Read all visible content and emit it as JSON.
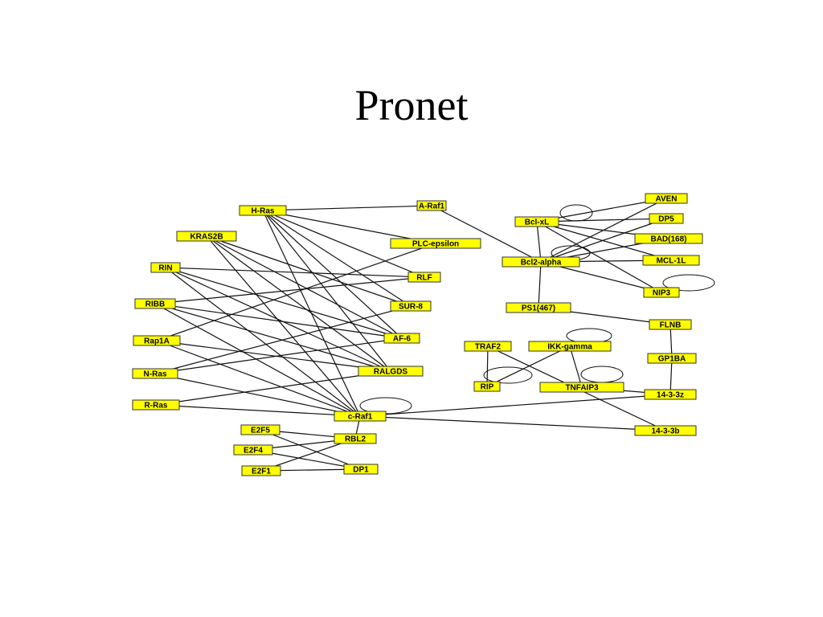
{
  "slide": {
    "title": "Pronet"
  },
  "diagram": {
    "colors": {
      "node_fill": "#ffff00",
      "node_border": "#333333",
      "edge": "#111111",
      "text": "#000000"
    },
    "nodes": [
      {
        "id": "hras",
        "label": "H-Ras"
      },
      {
        "id": "araf1",
        "label": "A-Raf1"
      },
      {
        "id": "kras2b",
        "label": "KRAS2B"
      },
      {
        "id": "plce",
        "label": "PLC-epsilon"
      },
      {
        "id": "rin",
        "label": "RIN"
      },
      {
        "id": "rlf",
        "label": "RLF"
      },
      {
        "id": "ribb",
        "label": "RIBB"
      },
      {
        "id": "sur8",
        "label": "SUR-8"
      },
      {
        "id": "rap1a",
        "label": "Rap1A"
      },
      {
        "id": "af6",
        "label": "AF-6"
      },
      {
        "id": "nras",
        "label": "N-Ras"
      },
      {
        "id": "ralgds",
        "label": "RALGDS"
      },
      {
        "id": "rras",
        "label": "R-Ras"
      },
      {
        "id": "craf1",
        "label": "c-Raf1"
      },
      {
        "id": "e2f5",
        "label": "E2F5"
      },
      {
        "id": "rbl2",
        "label": "RBL2"
      },
      {
        "id": "e2f4",
        "label": "E2F4"
      },
      {
        "id": "e2f1",
        "label": "E2F1"
      },
      {
        "id": "dp1",
        "label": "DP1"
      },
      {
        "id": "aven",
        "label": "AVEN"
      },
      {
        "id": "bclxl",
        "label": "Bcl-xL"
      },
      {
        "id": "dp5",
        "label": "DP5"
      },
      {
        "id": "bad",
        "label": "BAD(168)"
      },
      {
        "id": "bcl2a",
        "label": "Bcl2-alpha"
      },
      {
        "id": "mcl1l",
        "label": "MCL-1L"
      },
      {
        "id": "nip3",
        "label": "NIP3"
      },
      {
        "id": "ps1",
        "label": "PS1(467)"
      },
      {
        "id": "flnb",
        "label": "FLNB"
      },
      {
        "id": "traf2",
        "label": "TRAF2"
      },
      {
        "id": "ikkg",
        "label": "IKK-gamma"
      },
      {
        "id": "gp1ba",
        "label": "GP1BA"
      },
      {
        "id": "rip",
        "label": "RIP"
      },
      {
        "id": "tnfaip3",
        "label": "TNFAIP3"
      },
      {
        "id": "z1433",
        "label": "14-3-3z"
      },
      {
        "id": "b1433",
        "label": "14-3-3b"
      }
    ],
    "edges": [
      [
        "hras",
        "araf1"
      ],
      [
        "hras",
        "plce"
      ],
      [
        "hras",
        "rlf"
      ],
      [
        "hras",
        "sur8"
      ],
      [
        "hras",
        "af6"
      ],
      [
        "hras",
        "ralgds"
      ],
      [
        "hras",
        "craf1"
      ],
      [
        "kras2b",
        "af6"
      ],
      [
        "kras2b",
        "ralgds"
      ],
      [
        "kras2b",
        "craf1"
      ],
      [
        "kras2b",
        "sur8"
      ],
      [
        "rin",
        "rlf"
      ],
      [
        "rin",
        "af6"
      ],
      [
        "rin",
        "ralgds"
      ],
      [
        "rin",
        "craf1"
      ],
      [
        "ribb",
        "rlf"
      ],
      [
        "ribb",
        "af6"
      ],
      [
        "ribb",
        "ralgds"
      ],
      [
        "ribb",
        "craf1"
      ],
      [
        "rap1a",
        "plce"
      ],
      [
        "rap1a",
        "ralgds"
      ],
      [
        "rap1a",
        "craf1"
      ],
      [
        "nras",
        "sur8"
      ],
      [
        "nras",
        "af6"
      ],
      [
        "nras",
        "craf1"
      ],
      [
        "rras",
        "ralgds"
      ],
      [
        "rras",
        "craf1"
      ],
      [
        "craf1",
        "rbl2"
      ],
      [
        "craf1",
        "z1433"
      ],
      [
        "craf1",
        "b1433"
      ],
      [
        "araf1",
        "bcl2a"
      ],
      [
        "e2f5",
        "rbl2"
      ],
      [
        "e2f5",
        "dp1"
      ],
      [
        "e2f4",
        "rbl2"
      ],
      [
        "e2f1",
        "rbl2"
      ],
      [
        "e2f1",
        "dp1"
      ],
      [
        "e2f4",
        "dp1"
      ],
      [
        "bclxl",
        "aven"
      ],
      [
        "bclxl",
        "dp5"
      ],
      [
        "bclxl",
        "bad"
      ],
      [
        "bclxl",
        "mcl1l"
      ],
      [
        "bclxl",
        "nip3"
      ],
      [
        "bclxl",
        "bcl2a"
      ],
      [
        "bcl2a",
        "aven"
      ],
      [
        "bcl2a",
        "dp5"
      ],
      [
        "bcl2a",
        "bad"
      ],
      [
        "bcl2a",
        "mcl1l"
      ],
      [
        "bcl2a",
        "nip3"
      ],
      [
        "bcl2a",
        "ps1"
      ],
      [
        "ps1",
        "flnb"
      ],
      [
        "flnb",
        "gp1ba"
      ],
      [
        "gp1ba",
        "z1433"
      ],
      [
        "traf2",
        "rip"
      ],
      [
        "traf2",
        "b1433"
      ],
      [
        "ikkg",
        "rip"
      ],
      [
        "ikkg",
        "tnfaip3"
      ],
      [
        "tnfaip3",
        "z1433"
      ]
    ],
    "self_loops": [
      "craf1",
      "bclxl",
      "bcl2a",
      "nip3",
      "ikkg",
      "rip",
      "tnfaip3"
    ]
  }
}
